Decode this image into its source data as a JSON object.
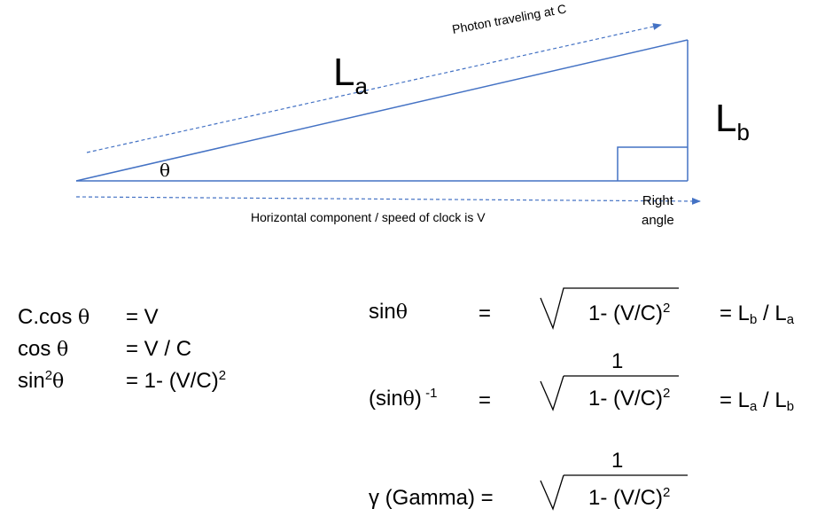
{
  "diagram": {
    "photon_label": "Photon traveling at C",
    "horizontal_label": "Horizontal component / speed of clock is V",
    "right_angle_label_1": "Right",
    "right_angle_label_2": "angle",
    "hypotenuse_label": "L",
    "hypotenuse_sub": "a",
    "vertical_label": "L",
    "vertical_sub": "b",
    "angle_label": "θ",
    "colors": {
      "line": "#4472C4",
      "text": "#000000"
    }
  },
  "left_equations": {
    "eq1_lhs": "C.cos ",
    "eq1_theta": "θ",
    "eq1_rhs": "= V",
    "eq2_lhs": "cos ",
    "eq2_theta": "θ",
    "eq2_rhs": "= V / C",
    "eq3_lhs": "sin",
    "eq3_sup": "2",
    "eq3_theta": "θ",
    "eq3_rhs": "= 1- (V/C)",
    "eq3_rhs_sup": "2"
  },
  "right_equations": {
    "sin_lhs": "sin",
    "sin_theta": "θ",
    "sin_equals": "=",
    "sin_radicand": "1- (V/C)",
    "sin_radicand_sup": "2",
    "sin_result_prefix": "= L",
    "sin_result_sub1": "b",
    "sin_result_mid": " / L",
    "sin_result_sub2": "a",
    "inv_numerator": "1",
    "inv_lhs_open": "(sin",
    "inv_theta": "θ",
    "inv_lhs_close": ")",
    "inv_sup": " -1",
    "inv_equals": "=",
    "inv_radicand": "1- (V/C)",
    "inv_radicand_sup": "2",
    "inv_result_prefix": "= L",
    "inv_result_sub1": "a",
    "inv_result_mid": " / L",
    "inv_result_sub2": "b",
    "gamma_numerator": "1",
    "gamma_lhs": "γ  (Gamma) =",
    "gamma_radicand": "1- (V/C)",
    "gamma_radicand_sup": "2"
  }
}
